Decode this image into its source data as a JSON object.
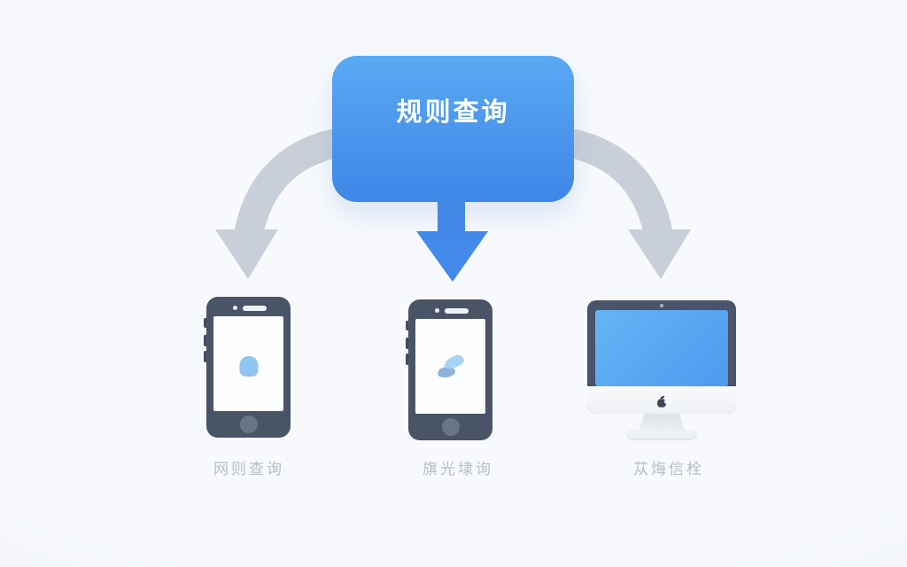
{
  "page": {
    "background": "#f4f6f9"
  },
  "root_node": {
    "label": "规则查询",
    "gradient_top": "#5aa9f3",
    "gradient_bottom": "#3e86e8",
    "text_color": "#ffffff"
  },
  "arrows": {
    "left": {
      "style": "curved-down-left",
      "color": "#c9cfd8"
    },
    "center": {
      "style": "straight-down",
      "color": "#4289e9"
    },
    "right": {
      "style": "curved-down-right",
      "color": "#c9cfd8"
    }
  },
  "devices": [
    {
      "type": "smartphone",
      "label": "网则查询",
      "screen_icon": "rounded-blob-icon",
      "icon_color": "#90c5f0"
    },
    {
      "type": "smartphone",
      "label": "旗光埭询",
      "screen_icon": "two-petal-icon",
      "icon_color": "#a9d2f5"
    },
    {
      "type": "imac-desktop",
      "label": "苁烸信栓",
      "screen_icon": "blue-screen",
      "icon_color": "#5aa6f2"
    }
  ],
  "device_colors": {
    "body": "#4a5467",
    "screen_white": "#fcfdfe",
    "screen_blue": "#57a3f1",
    "label_text": "#b5bec9"
  }
}
